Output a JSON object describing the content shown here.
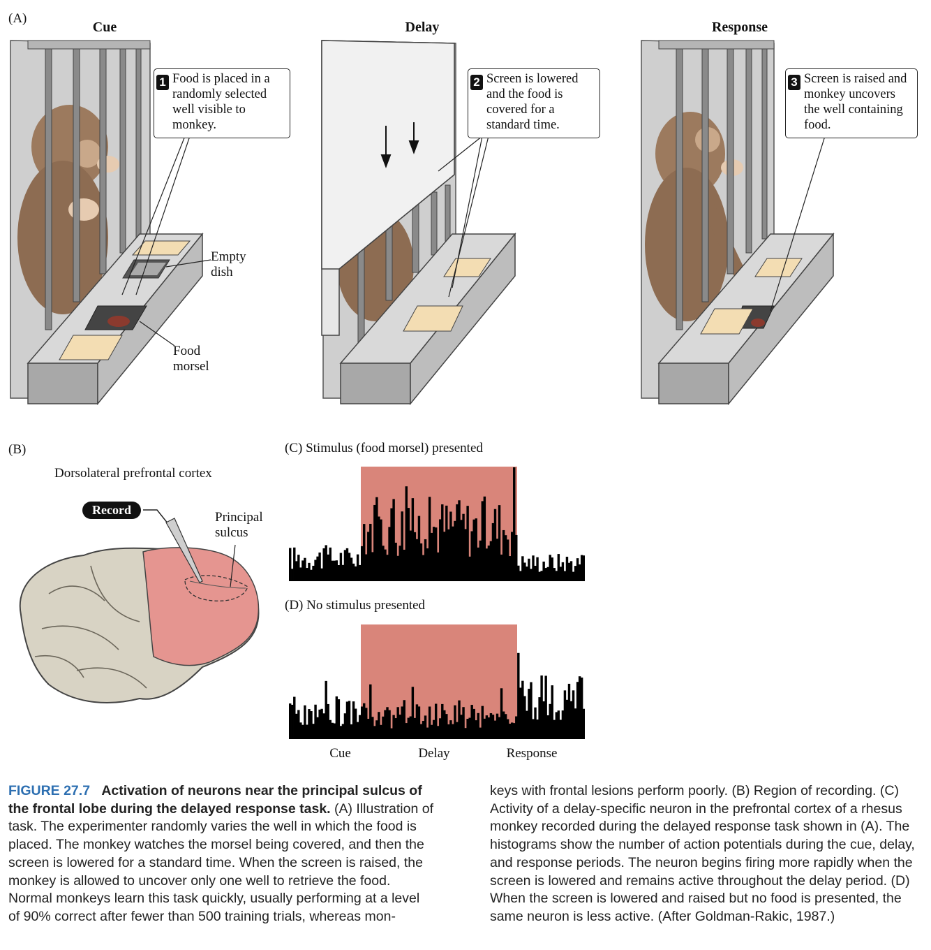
{
  "panelA": {
    "letter": "(A)",
    "titles": [
      "Cue",
      "Delay",
      "Response"
    ],
    "callouts": [
      {
        "num": "1",
        "text": "Food is placed in a randomly selected well visible to monkey."
      },
      {
        "num": "2",
        "text": "Screen is lowered and the food is covered for a standard time."
      },
      {
        "num": "3",
        "text": "Screen is raised and monkey uncovers the well containing food."
      }
    ],
    "labels": {
      "empty_dish": "Empty dish",
      "food_morsel": "Food morsel"
    }
  },
  "panelB": {
    "letter": "(B)",
    "title": "Dorsolateral prefrontal cortex",
    "record": "Record",
    "sulcus": "Principal sulcus"
  },
  "panelC": {
    "title": "(C)  Stimulus (food morsel) presented"
  },
  "panelD": {
    "title": "(D)  No stimulus presented"
  },
  "axis": {
    "periods": [
      "Cue",
      "Delay",
      "Response"
    ]
  },
  "colors": {
    "highlight": "#d9857a",
    "cortex_highlight": "#e59590",
    "brain": "#d8d3c4",
    "accent_blue": "#2d6fb1",
    "monkey": "#9c7a5e",
    "cage": "#a9a9a9"
  },
  "chart_data": [
    {
      "type": "bar",
      "title": "(C)  Stimulus (food morsel) presented",
      "xlabel": "",
      "ylabel": "",
      "periods": [
        "Cue",
        "Delay",
        "Response"
      ],
      "highlighted_period": "Delay",
      "description_values": {
        "cue_level": 0.25,
        "delay_level": 0.6,
        "response_level": 0.2
      }
    },
    {
      "type": "bar",
      "title": "(D)  No stimulus presented",
      "xlabel": "",
      "ylabel": "",
      "periods": [
        "Cue",
        "Delay",
        "Response"
      ],
      "highlighted_period": "Delay",
      "description_values": {
        "cue_level": 0.3,
        "delay_level": 0.25,
        "response_level": 0.45
      }
    }
  ],
  "caption": {
    "fig_num": "FIGURE 27.7",
    "fig_title": "Activation of neurons near the principal sulcus of the frontal lobe during the delayed response task.",
    "col1_rest": "(A) Illustration of task. The experimenter randomly varies the well in which the food is placed. The monkey watches the morsel being covered, and then the screen is lowered for a standard time. When the screen is raised, the monkey is allowed to uncover only one well to retrieve the food. Normal monkeys learn this task quickly, usually performing at a level of 90% correct after fewer than 500 training trials, whereas mon-",
    "col2": "keys with frontal lesions perform poorly. (B) Region of recording. (C) Activity of a delay-specific neuron in the prefrontal cortex of a rhesus monkey recorded during the delayed response task shown in (A). The histograms show the number of action potentials during the cue, delay, and response periods. The neuron begins firing more rapidly when the screen is lowered and remains active throughout the delay period. (D) When the screen is lowered and raised but no food is presented, the same neuron is less active. (After Goldman-Rakic, 1987.)"
  }
}
